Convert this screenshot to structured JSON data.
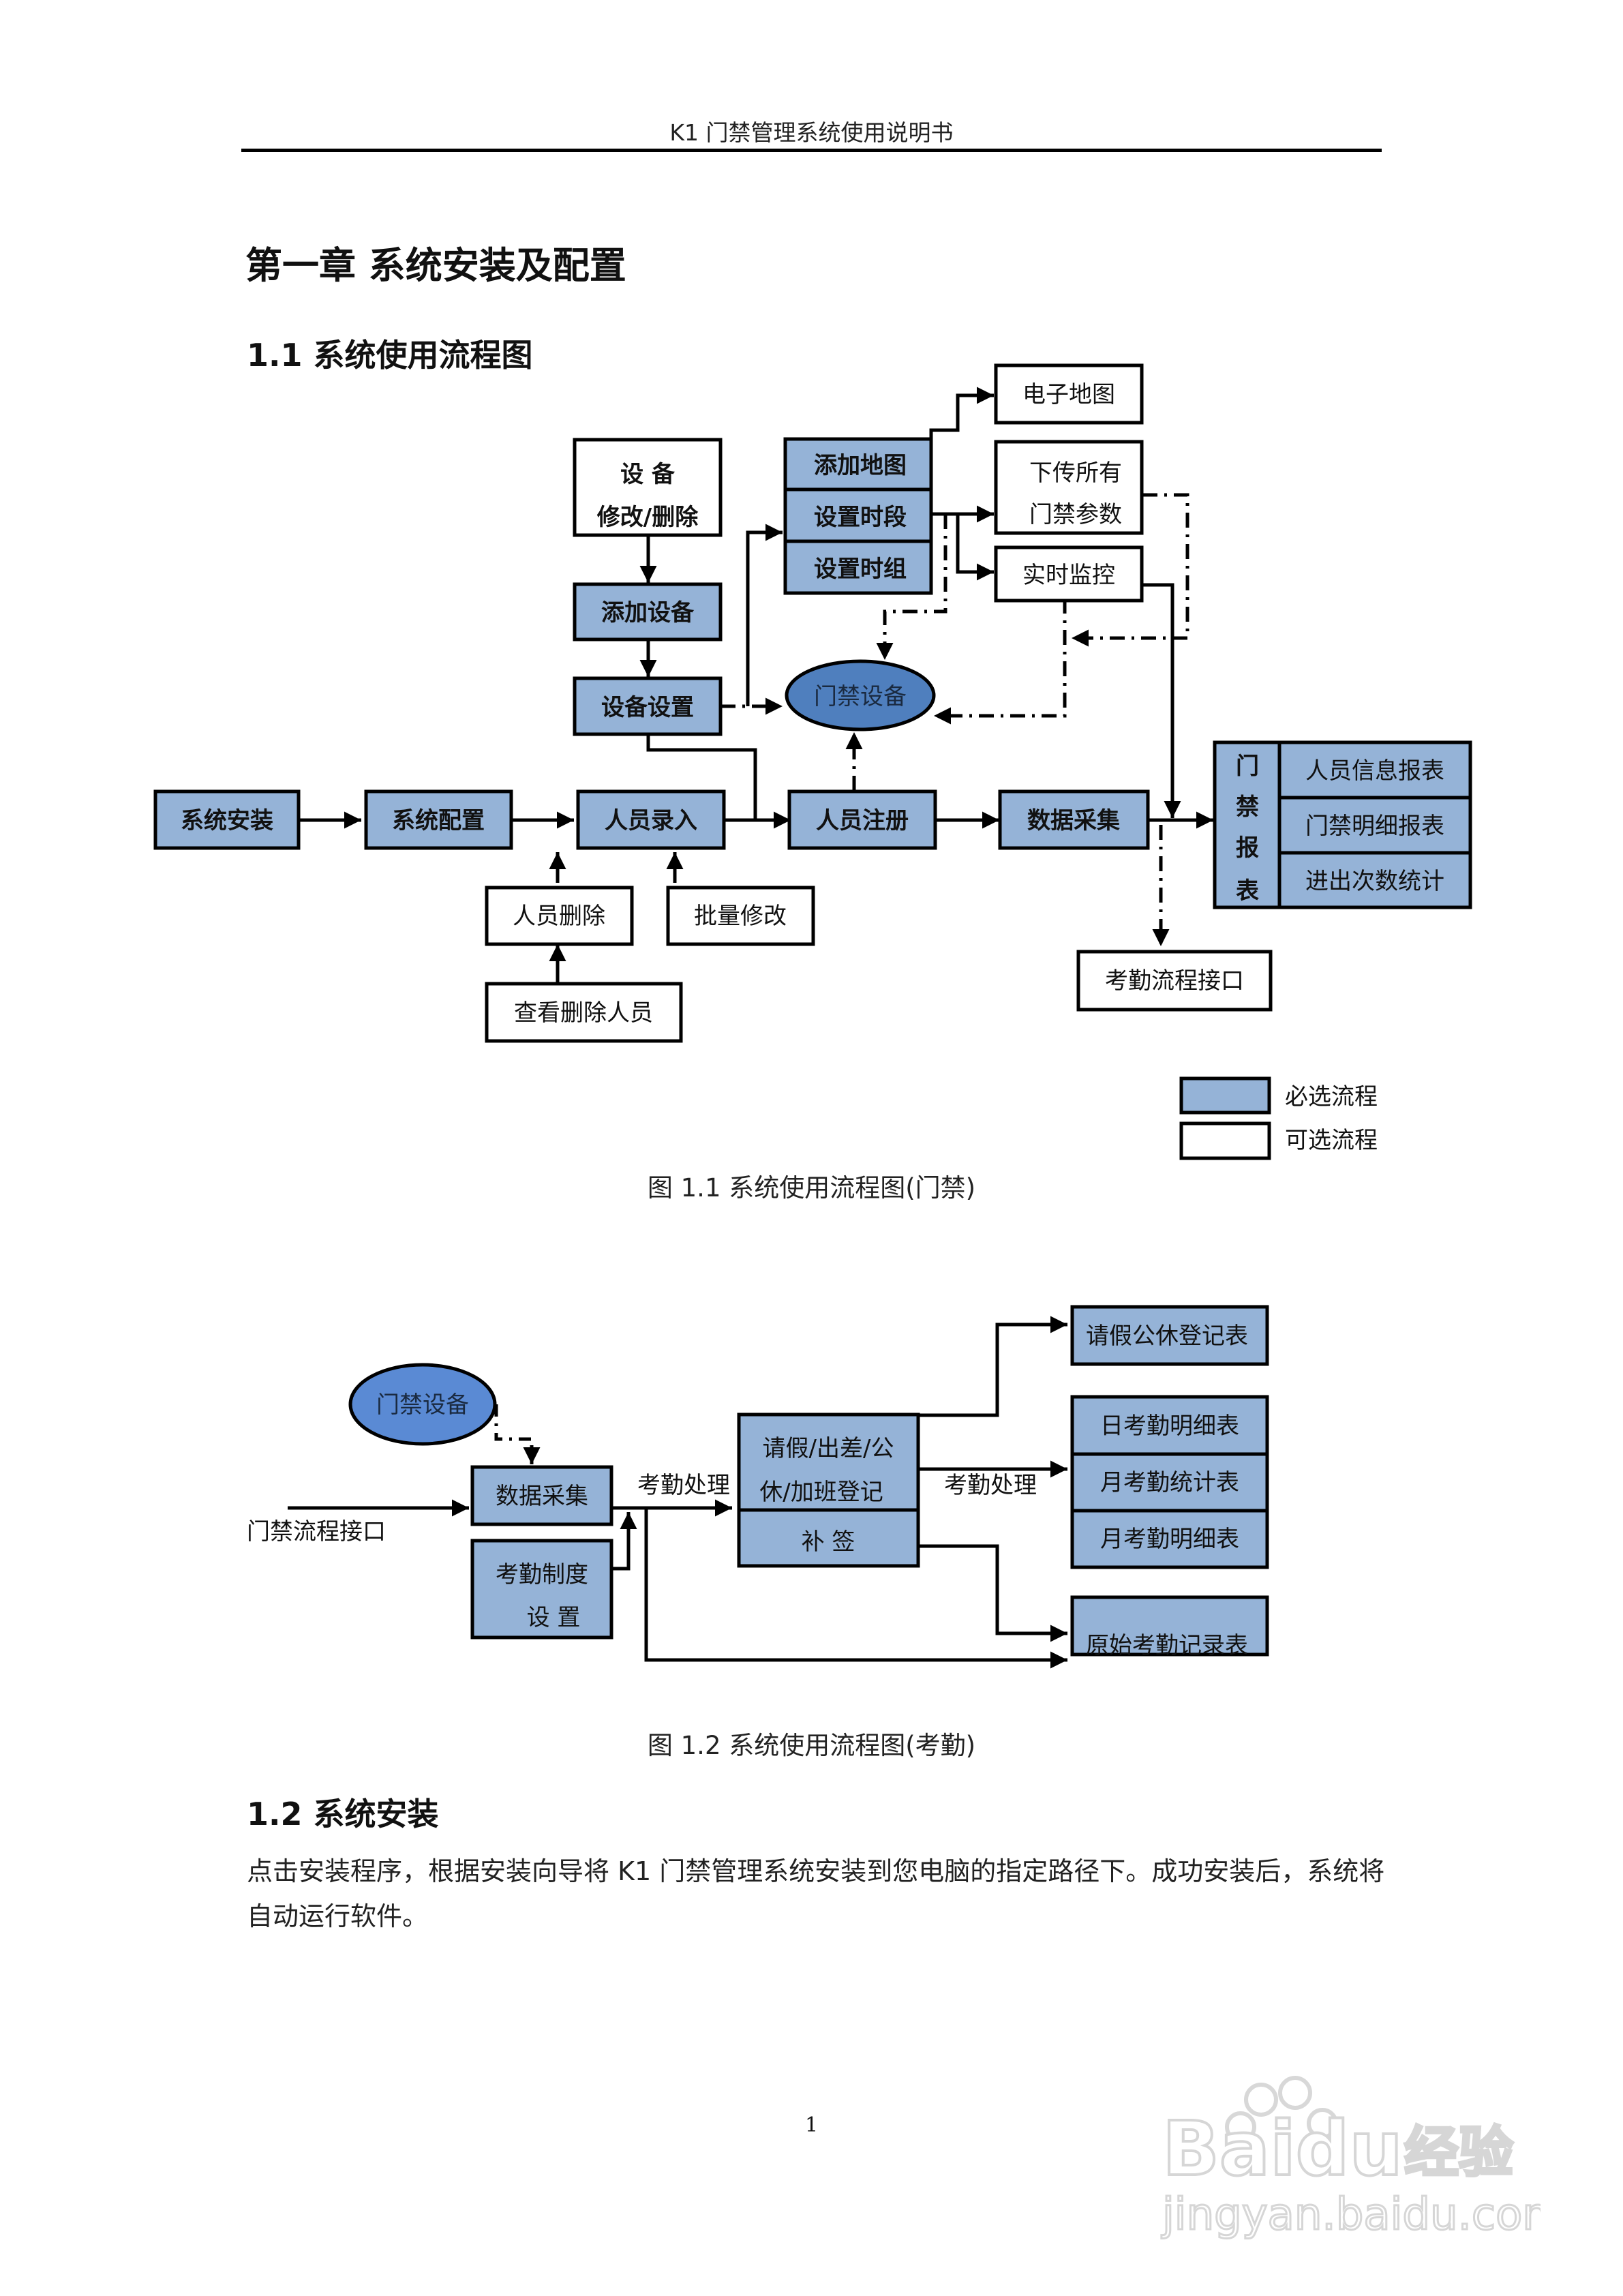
{
  "header": {
    "title": "K1 门禁管理系统使用说明书"
  },
  "chapter_title": "第一章  系统安装及配置",
  "section_1_1": "1.1  系统使用流程图",
  "colors": {
    "required_fill": "#95b3d7",
    "optional_fill": "#ffffff",
    "device_fill_1": "#4f7fbe",
    "device_fill_2": "#5a8ad4",
    "stroke": "#000000"
  },
  "diagram1": {
    "nodes": {
      "device_edit": [
        "设    备",
        "修改/删除"
      ],
      "add_device": "添加设备",
      "device_settings": "设备设置",
      "add_map": "添加地图",
      "set_time_period": "设置时段",
      "set_time_group": "设置时组",
      "e_map": "电子地图",
      "download_params": [
        "下传所有",
        "门禁参数"
      ],
      "realtime_monitor": "实时监控",
      "access_device": "门禁设备",
      "system_install": "系统安装",
      "system_config": "系统配置",
      "person_entry": "人员录入",
      "person_register": "人员注册",
      "data_collect": "数据采集",
      "report_group": [
        "门",
        "禁",
        "报",
        "表"
      ],
      "report_items": [
        "人员信息报表",
        "门禁明细报表",
        "进出次数统计"
      ],
      "person_delete": "人员删除",
      "batch_modify": "批量修改",
      "view_deleted": "查看删除人员",
      "attendance_interface": "考勤流程接口"
    },
    "legend": [
      {
        "label": "必选流程",
        "type": "required"
      },
      {
        "label": "可选流程",
        "type": "optional"
      }
    ],
    "caption": "图 1.1  系统使用流程图(门禁)"
  },
  "diagram2": {
    "nodes": {
      "access_device": "门禁设备",
      "data_collect": "数据采集",
      "access_interface": "门禁流程接口",
      "attendance_rules": [
        "考勤制度",
        "设  置"
      ],
      "leave_register": [
        "请假/出差/公",
        "休/加班登记"
      ],
      "sign_supplement": "补      签",
      "leave_table": "请假公休登记表",
      "report_items": [
        "日考勤明细表",
        "月考勤统计表",
        "月考勤明细表"
      ],
      "raw_records": "原始考勤记录表"
    },
    "labels": {
      "process_1": "考勤处理",
      "process_2": "考勤处理"
    },
    "caption": "图 1.2  系统使用流程图(考勤)"
  },
  "section_1_2": "1.2  系统安装",
  "paragraph": "点击安装程序，根据安装向导将 K1 门禁管理系统安装到您电脑的指定路径下。成功安装后，系统将自动运行软件。",
  "page_number": "1",
  "watermark": {
    "brand": "Baidu",
    "brand_cn": "经验",
    "url": "jingyan.baidu.com"
  }
}
